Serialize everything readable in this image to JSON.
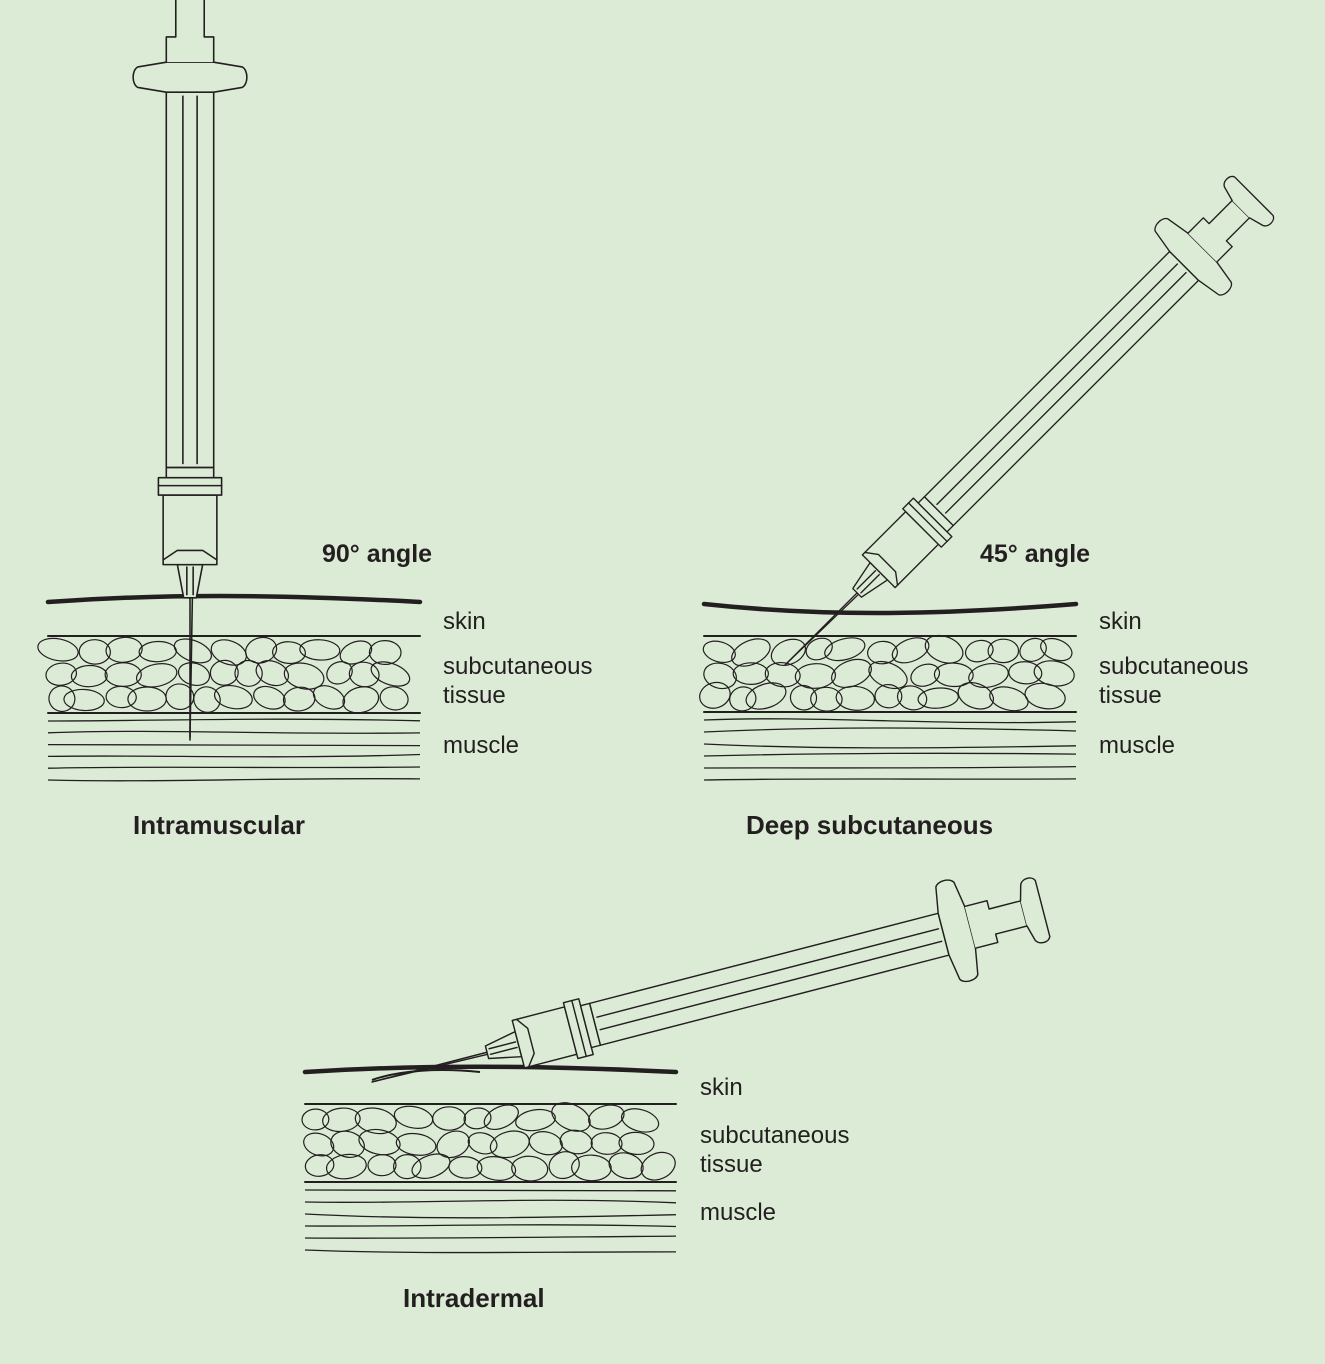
{
  "panels": [
    {
      "id": "intramuscular",
      "title": "Intramuscular",
      "angle": "90° angle",
      "angle_deg": 90,
      "layers": {
        "skin": "skin",
        "subcutaneous": "subcutaneous",
        "subcutaneous_2": "tissue",
        "muscle": "muscle"
      }
    },
    {
      "id": "deep-subcutaneous",
      "title": "Deep subcutaneous",
      "angle": "45° angle",
      "angle_deg": 45,
      "layers": {
        "skin": "skin",
        "subcutaneous": "subcutaneous",
        "subcutaneous_2": "tissue",
        "muscle": "muscle"
      }
    },
    {
      "id": "intradermal",
      "title": "Intradermal",
      "angle_deg": 15,
      "layers": {
        "skin": "skin",
        "subcutaneous": "subcutaneous",
        "subcutaneous_2": "tissue",
        "muscle": "muscle"
      }
    }
  ],
  "colors": {
    "background": "#dcebd6",
    "ink": "#231f20"
  }
}
